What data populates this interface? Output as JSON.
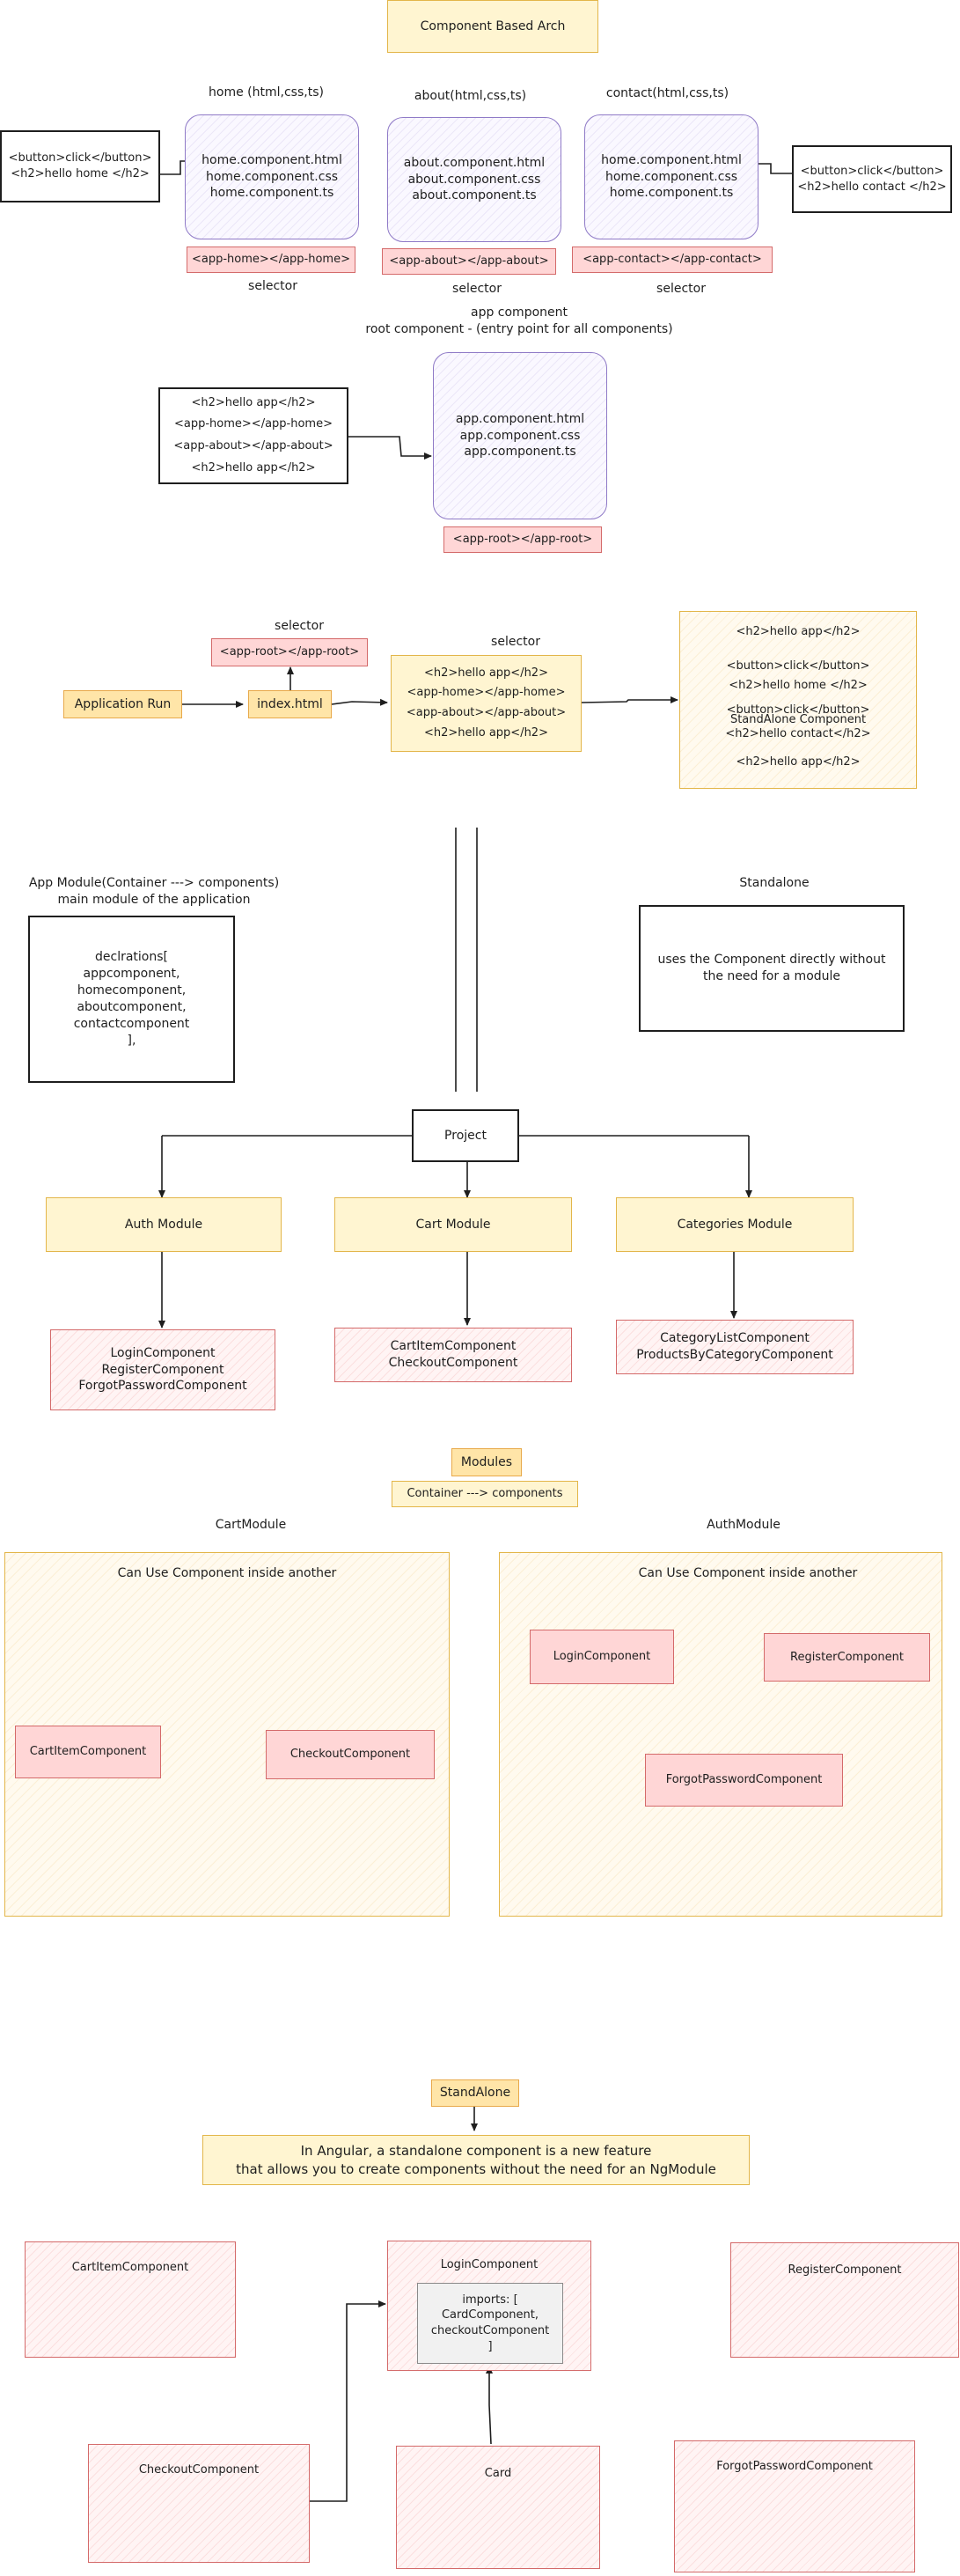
{
  "title": "Component Based Arch",
  "section1": {
    "home": {
      "header": "home (html,css,ts)",
      "files": "home.component.html\nhome.component.css\nhome.component.ts",
      "tag": "<app-home></app-home>",
      "selector": "selector"
    },
    "about": {
      "header": "about(html,css,ts)",
      "files": "about.component.html\nabout.component.css\nabout.component.ts",
      "tag": "<app-about></app-about>",
      "selector": "selector"
    },
    "contact": {
      "header": "contact(html,css,ts)",
      "files": "home.component.html\nhome.component.css\nhome.component.ts",
      "tag": "<app-contact></app-contact>",
      "selector": "selector"
    },
    "left_code": "<button>click</button>\n<h2>hello home </h2>",
    "right_code": "<button>click</button>\n<h2>hello contact </h2>"
  },
  "section2": {
    "header": "app component\nroot component - (entry point for all components)",
    "code": "<h2>hello app</h2>\n<app-home></app-home>\n<app-about></app-about>\n<h2>hello app</h2>",
    "files": "app.component.html\napp.component.css\napp.component.ts",
    "tag": "<app-root></app-root>"
  },
  "section3": {
    "selector_label_1": "selector",
    "root_tag": "<app-root></app-root>",
    "app_run": "Application Run",
    "index": "index.html",
    "selector_label_2": "selector",
    "template": "<h2>hello app</h2>\n<app-home></app-home>\n<app-about></app-about>\n<h2>hello app</h2>",
    "output_line1": "<h2>hello app</h2>",
    "output_line2": "<button>click</button>",
    "output_line3": "<h2>hello home </h2>",
    "output_line4": "<button>click</button>",
    "output_line5": "StandAlone Component",
    "output_line6": "<h2>hello contact</h2>",
    "output_line7": "<h2>hello app</h2>"
  },
  "section4": {
    "module_header": "App Module(Container ---> components)\nmain module of the application",
    "declarations": "declrations[\nappcomponent,\nhomecomponent,\naboutcomponent,\ncontactcomponent\n],",
    "standalone_header": "Standalone",
    "standalone_text": "uses the Component directly without\nthe need for a module"
  },
  "section5": {
    "project": "Project",
    "modules": [
      {
        "name": "Auth Module",
        "components": "LoginComponent\nRegisterComponent\nForgotPasswordComponent"
      },
      {
        "name": "Cart Module",
        "components": "CartItemComponent\nCheckoutComponent"
      },
      {
        "name": "Categories Module",
        "components": "CategoryListComponent\nProductsByCategoryComponent"
      }
    ]
  },
  "section6": {
    "modules_label": "Modules",
    "container_label": "Container ---> components",
    "cart_module_label": "CartModule",
    "auth_module_label": "AuthModule",
    "inside_text": "Can Use Component inside another",
    "cart_item": "CartItemComponent",
    "checkout": "CheckoutComponent",
    "login": "LoginComponent",
    "register": "RegisterComponent",
    "forgot": "ForgotPasswordComponent"
  },
  "section7": {
    "standalone_label": "StandAlone",
    "description": "In Angular, a standalone component is a new feature\nthat allows you to create components without the need for an NgModule",
    "cart_item": "CartItemComponent",
    "login": "LoginComponent",
    "imports": "imports: [\nCardComponent,\ncheckoutComponent\n]",
    "register": "RegisterComponent",
    "checkout": "CheckoutComponent",
    "card": "Card",
    "forgot": "ForgotPasswordComponent"
  }
}
